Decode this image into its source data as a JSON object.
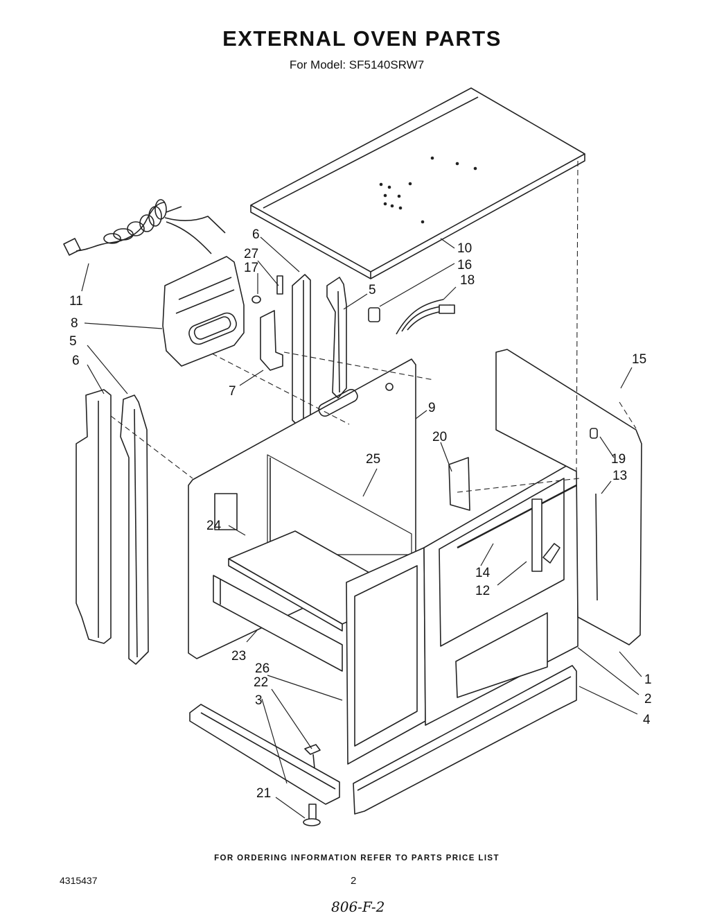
{
  "header": {
    "title": "EXTERNAL OVEN PARTS",
    "subtitle": "For Model: SF5140SRW7"
  },
  "callouts": [
    "1",
    "2",
    "3",
    "4",
    "5",
    "6",
    "7",
    "8",
    "9",
    "10",
    "11",
    "12",
    "13",
    "14",
    "15",
    "16",
    "17",
    "18",
    "19",
    "20",
    "21",
    "22",
    "23",
    "24",
    "25",
    "26",
    "27"
  ],
  "footer": {
    "ordering_note": "FOR ORDERING INFORMATION REFER TO PARTS PRICE LIST",
    "doc_number": "4315437",
    "page_number": "2",
    "handwritten_note": "806-F-2"
  }
}
